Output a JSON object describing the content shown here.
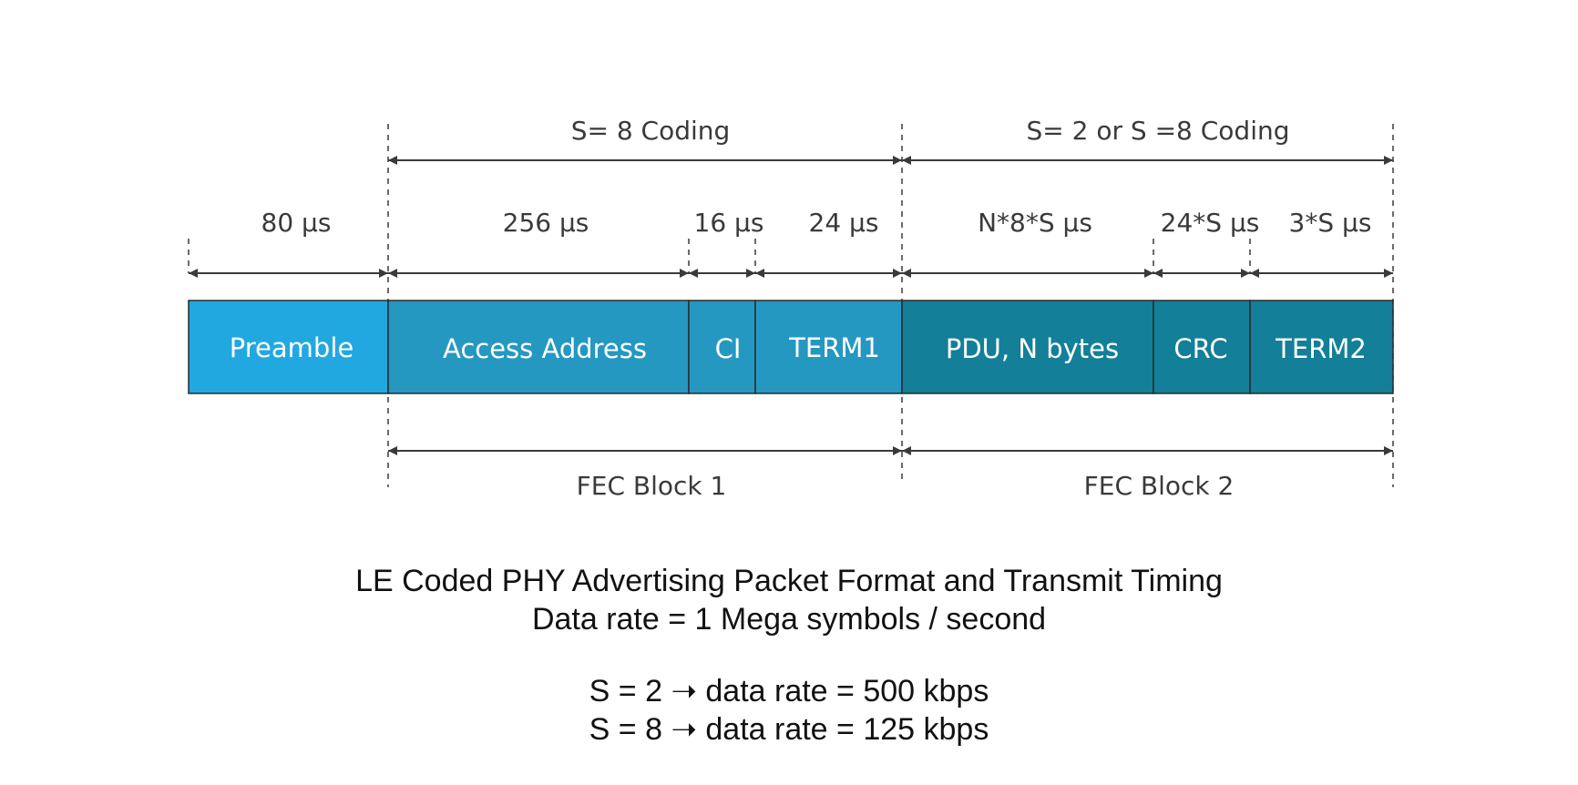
{
  "coding_labels": {
    "first": "S= 8 Coding",
    "second": "S= 2 or S =8 Coding"
  },
  "segments": [
    {
      "label": "Preamble",
      "duration": "80 µs",
      "color": "#22a8e0"
    },
    {
      "label": "Access Address",
      "duration": "256 µs",
      "color": "#2598c2"
    },
    {
      "label": "CI",
      "duration": "16 µs",
      "color": "#2598c2"
    },
    {
      "label": "TERM1",
      "duration": "24 µs",
      "color": "#2598c2"
    },
    {
      "label": "PDU, N bytes",
      "duration": "N*8*S µs",
      "color": "#137f99"
    },
    {
      "label": "CRC",
      "duration": "24*S µs",
      "color": "#137f99"
    },
    {
      "label": "TERM2",
      "duration": "3*S µs",
      "color": "#137f99"
    }
  ],
  "fec_blocks": {
    "first": "FEC Block 1",
    "second": "FEC Block 2"
  },
  "caption": {
    "line1": "LE Coded PHY Advertising Packet Format and Transmit Timing",
    "line2": "Data rate = 1 Mega symbols / second",
    "line3": "S = 2 ➝ data rate = 500 kbps",
    "line4": "S = 8 ➝ data rate = 125 kbps"
  },
  "colors": {
    "line": "#3a3a3a",
    "outline": "#2b2b2b"
  }
}
